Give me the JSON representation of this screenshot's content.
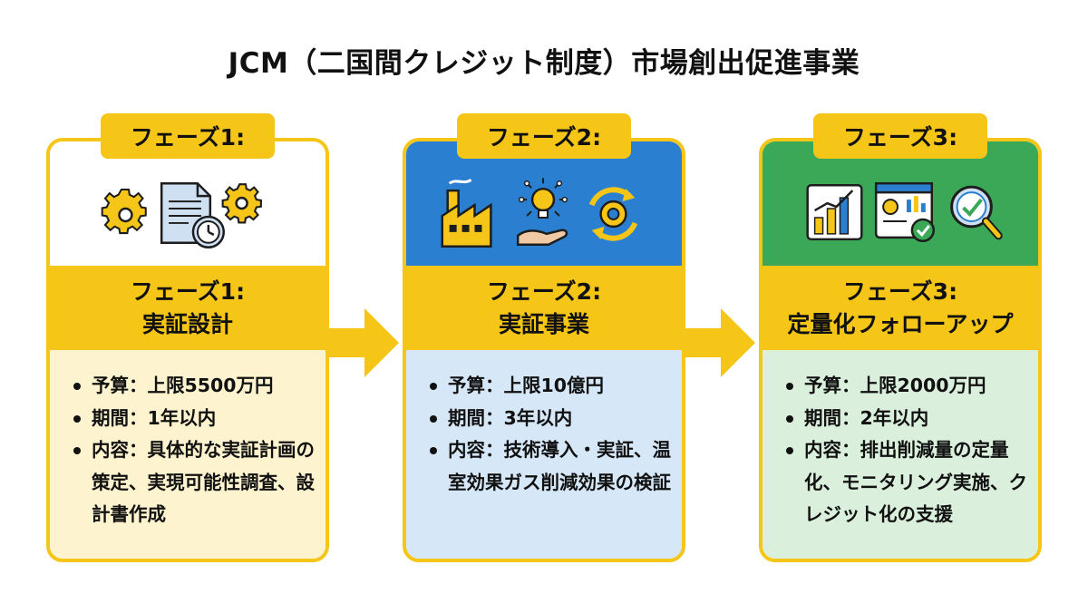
{
  "title": "JCM（二国間クレジット制度）市場創出促進事業",
  "phases": [
    {
      "tab": "フェーズ1:",
      "heading_line1": "フェーズ1:",
      "heading_line2": "実証設計",
      "icons": [
        "gear-icon",
        "document-clock-icon",
        "gear-icon"
      ],
      "top_color": "#ffffff",
      "body_color": "#fdf3cf",
      "bullets": [
        "予算：上限5500万円",
        "期間：1年以内",
        "内容：具体的な実証計画の策定、実現可能性調査、設計書作成"
      ]
    },
    {
      "tab": "フェーズ2:",
      "heading_line1": "フェーズ2:",
      "heading_line2": "実証事業",
      "icons": [
        "factory-icon",
        "lightbulb-hand-icon",
        "gear-cycle-icon"
      ],
      "top_color": "#2b7fd0",
      "body_color": "#d6e8f8",
      "bullets": [
        "予算：上限10億円",
        "期間：3年以内",
        "内容：技術導入・実証、温室効果ガス削減効果の検証"
      ]
    },
    {
      "tab": "フェーズ3:",
      "heading_line1": "フェーズ3:",
      "heading_line2": "定量化フォローアップ",
      "icons": [
        "bar-chart-icon",
        "dashboard-check-icon",
        "magnifier-check-icon"
      ],
      "top_color": "#3aa856",
      "body_color": "#daf0dc",
      "bullets": [
        "予算：上限2000万円",
        "期間：2年以内",
        "内容：排出削減量の定量化、モニタリング実施、クレジット化の支援"
      ]
    }
  ],
  "colors": {
    "accent": "#f5c518",
    "blue": "#2b7fd0",
    "green": "#3aa856"
  }
}
